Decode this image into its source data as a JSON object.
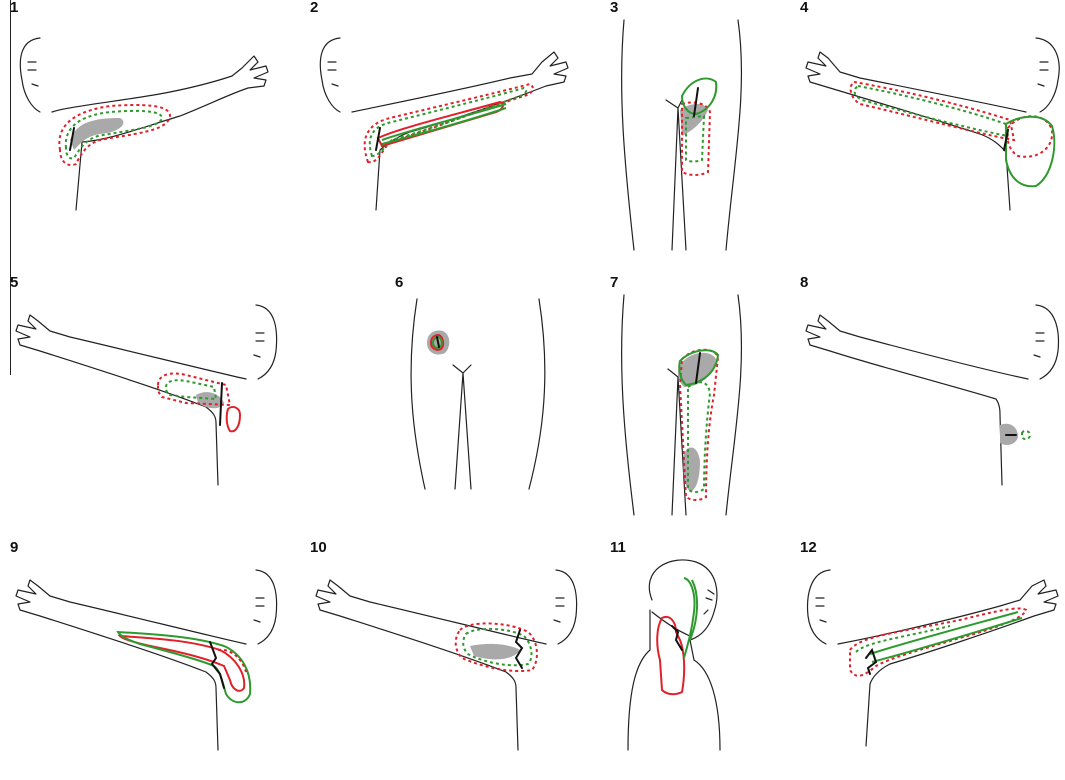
{
  "colors": {
    "outline": "#222222",
    "shaded_area": "#a9a9a9",
    "green_line": "#2e9a2e",
    "red_line": "#e0202a"
  },
  "panels": [
    {
      "number": "1"
    },
    {
      "number": "2"
    },
    {
      "number": "3"
    },
    {
      "number": "4"
    },
    {
      "number": "5"
    },
    {
      "number": "6"
    },
    {
      "number": "7"
    },
    {
      "number": "8"
    },
    {
      "number": "9"
    },
    {
      "number": "10"
    },
    {
      "number": "11"
    },
    {
      "number": "12"
    }
  ]
}
